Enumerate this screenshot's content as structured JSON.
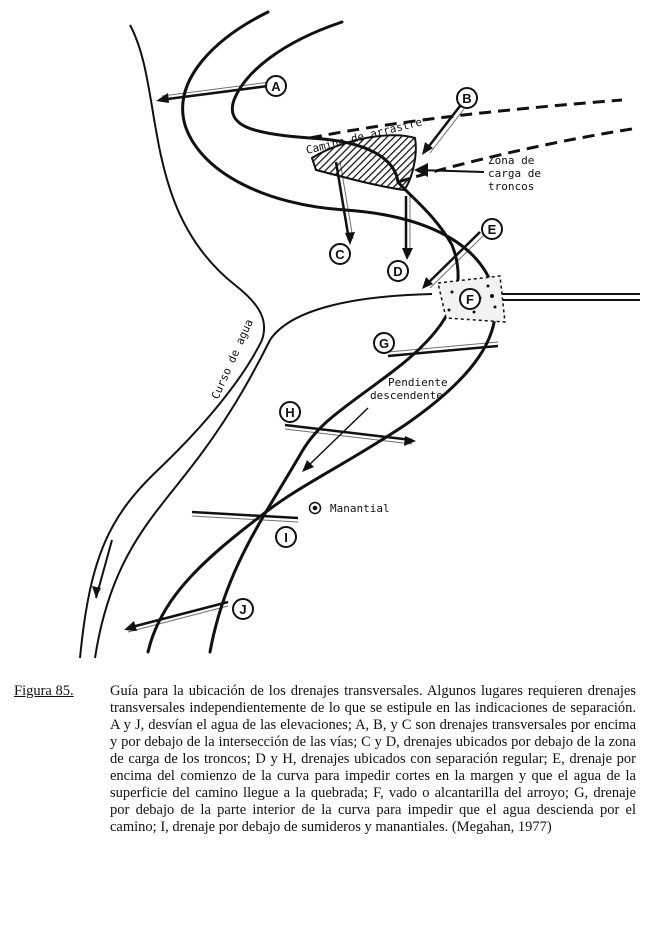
{
  "labels": {
    "camino": "Camino de arrastre",
    "zona": [
      "Zona de",
      "carga de",
      "troncos"
    ],
    "curso": "Curso de agua",
    "pendiente": [
      "Pendiente",
      "descendente"
    ],
    "manantial": "Manantial"
  },
  "markers": [
    "A",
    "B",
    "C",
    "D",
    "E",
    "F",
    "G",
    "H",
    "I",
    "J"
  ],
  "caption": {
    "label": "Figura 85.",
    "text": "Guía para la ubicación de los drenajes transversales. Algunos lugares requieren drenajes transversales independientemente de lo que se estipule en las indicaciones de separación. A y J, desvían el agua de las elevaciones; A, B, y C son drenajes transversales por encima y por debajo de la intersección de las vías; C y D, drenajes ubicados por debajo de la zona de carga de los troncos; D y H, drenajes ubicados con separación regular; E, drenaje por encima del comienzo de la curva para impedir cortes en la margen y que el agua de la superficie del camino llegue a la quebrada; F, vado o alcantarilla del arroyo; G, drenaje por debajo de la parte interior de la curva para impedir que el agua descienda por el camino; I, drenaje por debajo de sumideros y manantiales. (Megahan, 1977)"
  }
}
